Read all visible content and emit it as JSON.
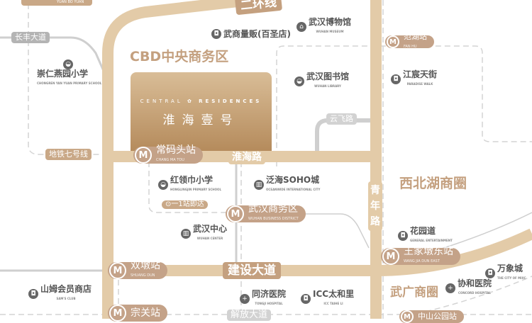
{
  "districts": {
    "cbd": "CBD中央商务区",
    "xibeihu": "西北湖商圈",
    "wuguang": "武广商圈"
  },
  "product": {
    "en_left": "CENTRAL",
    "en_right": "RESIDENCES",
    "name": "淮海壹号"
  },
  "roads": {
    "ring2": "二环线",
    "changfeng": "长丰大道",
    "metro7": "地铁七号线",
    "huaihai": "淮海路",
    "yunfei": "云飞路",
    "qingnian": "青年路",
    "jianshe": "建设大道",
    "jiefang": "解放大道"
  },
  "stations": [
    {
      "name": "常码头站",
      "en": "CHANG MA TOU"
    },
    {
      "name": "武汉商务区",
      "en": "WUHAN BUSINESS DISTRICT"
    },
    {
      "name": "双墩站",
      "en": "SHUANG DUN"
    },
    {
      "name": "宗关站",
      "en": ""
    },
    {
      "name": "王家墩东站",
      "en": "WANG JIA DUN EAST"
    },
    {
      "name": "范湖站",
      "en": "FAN HU"
    },
    {
      "name": "中山公园站",
      "en": ""
    },
    {
      "name": "",
      "en": "YUAN BO YUAN"
    }
  ],
  "badge": "一1站即达",
  "pois": [
    {
      "name": "武商量贩(百圣店)",
      "en": "",
      "icon": "bag"
    },
    {
      "name": "武汉博物馆",
      "en": "WUHAN MUSEUM",
      "icon": "museum"
    },
    {
      "name": "崇仁燕园小学",
      "en": "CHONGREN YAN YUAN PRIMARY SCHOOL",
      "icon": "school"
    },
    {
      "name": "武汉图书馆",
      "en": "WUHAN LIBRARY",
      "icon": "library"
    },
    {
      "name": "江宸天街",
      "en": "PARADISE WALK",
      "icon": "bag"
    },
    {
      "name": "红领巾小学",
      "en": "HONGLINGJIN PRIMARY SCHOOL",
      "icon": "school"
    },
    {
      "name": "泛海SOHO城",
      "en": "OCEANWIDE INTERNATIONAL CITY",
      "icon": "building"
    },
    {
      "name": "武汉中心",
      "en": "WUHAN CENTER",
      "icon": "building"
    },
    {
      "name": "花园道",
      "en": "GENERAL ENTERTAINMENT",
      "icon": "bag"
    },
    {
      "name": "万象城",
      "en": "THE CITY OF MIXC",
      "icon": "bag"
    },
    {
      "name": "协和医院",
      "en": "CONCORD HOSPITAL",
      "icon": "hospital"
    },
    {
      "name": "山姆会员商店",
      "en": "SAM'S CLUB",
      "icon": "bag"
    },
    {
      "name": "同济医院",
      "en": "TONGJI HOSPITAL",
      "icon": "hospital"
    },
    {
      "name": "ICC太和里",
      "en": "ICC TAIHE LI",
      "icon": "bag"
    }
  ],
  "colors": {
    "road": "#e3cba8",
    "station": "#c4a288",
    "district": "#c4a07f",
    "grey": "#c8c8c8"
  }
}
